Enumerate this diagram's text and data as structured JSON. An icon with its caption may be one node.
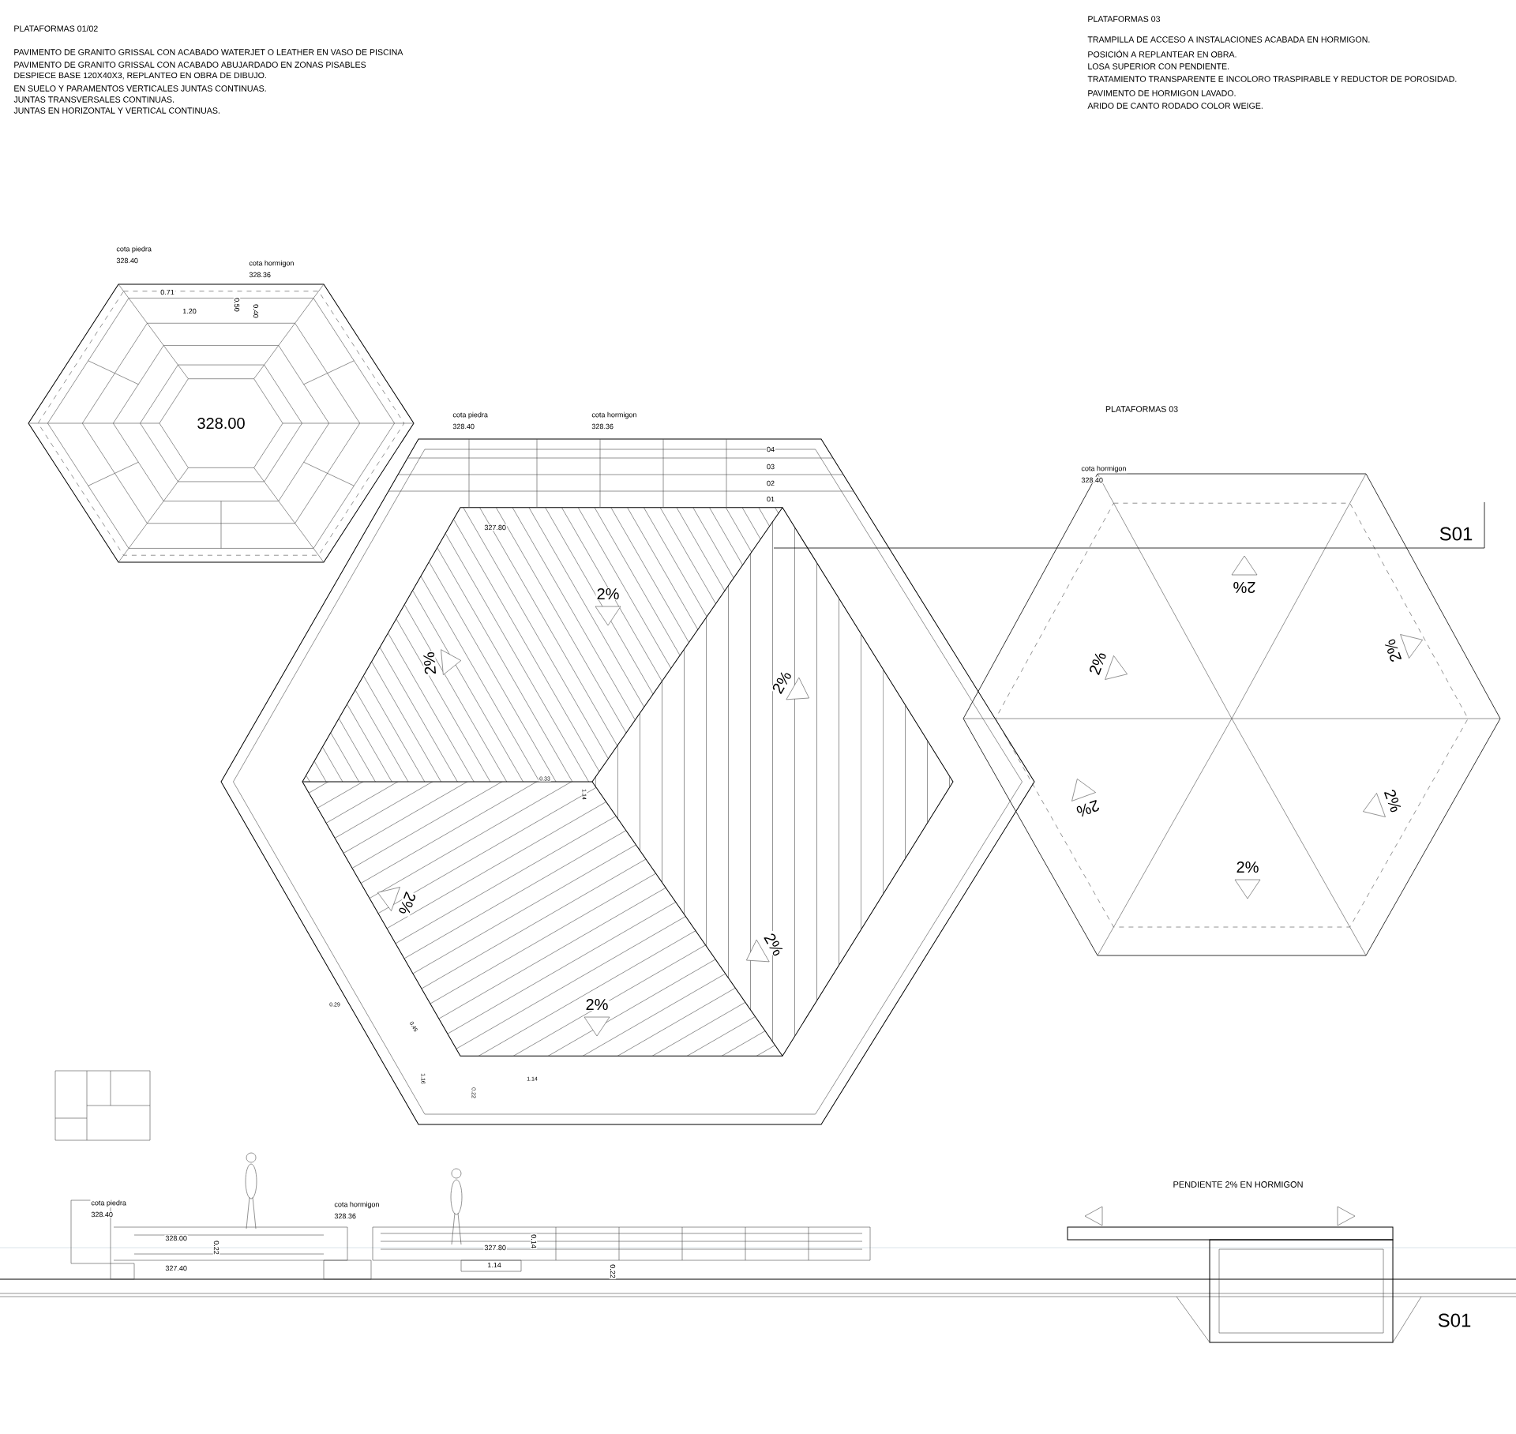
{
  "diagram": {
    "labels": [
      "PLATAFORMAS 01/02",
      "PAVIMENTO DE GRANITO GRISSAL CON ACABADO WATERJET O LEATHER EN VASO DE PISCINA",
      "PAVIMENTO DE GRANITO GRISSAL CON ACABADO ABUJARDADO EN ZONAS PISABLES",
      "DESPIECE BASE 120X40X3, REPLANTEO EN OBRA DE DIBUJO.",
      "EN SUELO Y PARAMENTOS VERTICALES JUNTAS CONTINUAS.",
      "JUNTAS TRANSVERSALES CONTINUAS.",
      "JUNTAS EN HORIZONTAL Y VERTICAL CONTINUAS.",
      "PLATAFORMAS 03",
      "TRAMPILLA DE ACCESO A INSTALACIONES ACABADA EN HORMIGON.",
      "POSICIÓN A REPLANTEAR EN OBRA.",
      "LOSA SUPERIOR CON PENDIENTE.",
      "TRATAMIENTO TRANSPARENTE E INCOLORO TRASPIRABLE Y REDUCTOR DE POROSIDAD.",
      "PAVIMENTO DE HORMIGON LAVADO.",
      "ARIDO DE CANTO RODADO COLOR WEIGE.",
      "cota piedra",
      "328.40",
      "cota hormigon",
      "328.36",
      "0.71",
      "0.50",
      "1.20",
      "0.40",
      "328.00",
      "cota piedra",
      "328.40",
      "cota hormigon",
      "328.36",
      "04",
      "03",
      "02",
      "01",
      "327.80",
      "2%",
      "2%",
      "2%",
      "0.33",
      "1.14",
      "2%",
      "2%",
      "2%",
      "0.29",
      "0.45",
      "1.16",
      "0.22",
      "1.14",
      "PLATAFORMAS 03",
      "cota hormigon",
      "328.40",
      "S01",
      "2%",
      "2%",
      "2%",
      "2%",
      "2%",
      "2%",
      "cota piedra",
      "328.40",
      "328.00",
      "327.40",
      "0.22",
      "cota hormigon",
      "328.36",
      "327.80",
      "1.14",
      "0.14",
      "0.22",
      "PENDIENTE 2% EN HORMIGON",
      "S01"
    ]
  }
}
